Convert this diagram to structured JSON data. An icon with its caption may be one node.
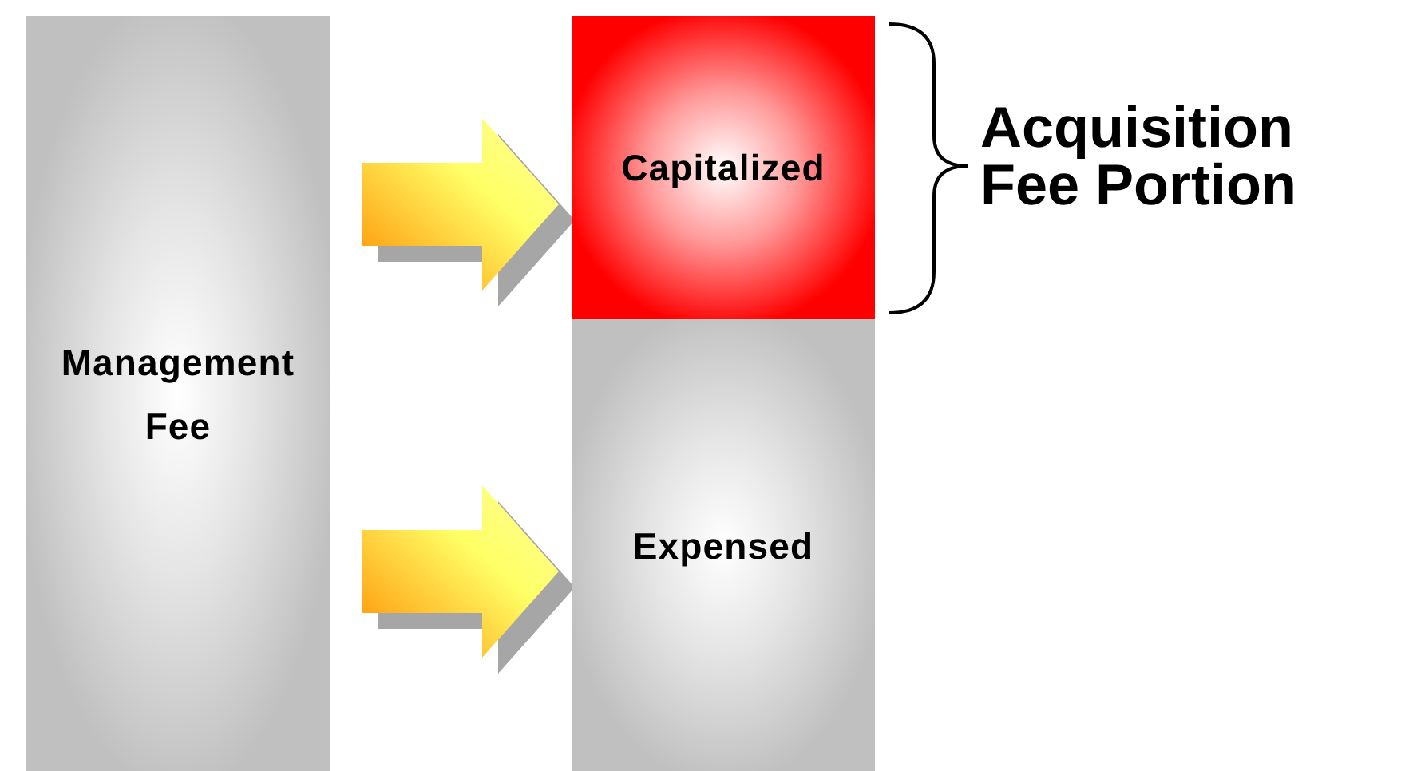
{
  "diagram": {
    "nodes": [
      {
        "text": [
          "Management Fee"
        ]
      },
      {
        "text": [
          "Capitalized"
        ]
      },
      {
        "text": [
          "Expensed"
        ]
      }
    ],
    "edges": [
      {
        "from": 0,
        "to": 1,
        "arrow": "to"
      },
      {
        "from": 0,
        "to": 2,
        "arrow": "to"
      }
    ],
    "labels": [
      "Acquisition Fee Portion"
    ]
  }
}
